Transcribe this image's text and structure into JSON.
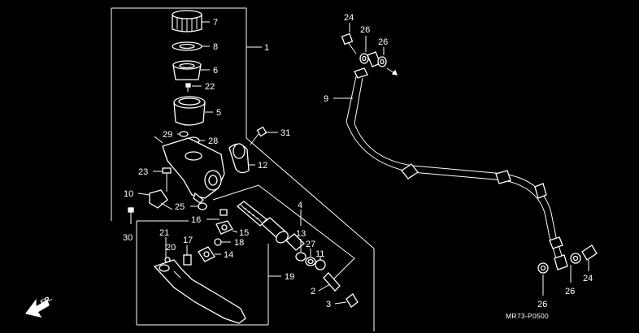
{
  "labels": {
    "p1": "1",
    "p2": "2",
    "p3": "3",
    "p4": "4",
    "p5": "5",
    "p6": "6",
    "p7": "7",
    "p8": "8",
    "p9": "9",
    "p10": "10",
    "p11": "11",
    "p12": "12",
    "p13": "13",
    "p14": "14",
    "p15": "15",
    "p16": "16",
    "p17": "17",
    "p18": "18",
    "p19": "19",
    "p20": "20",
    "p21": "21",
    "p22": "22",
    "p23": "23",
    "p24a": "24",
    "p24b": "24",
    "p25": "25",
    "p26a": "26",
    "p26b": "26",
    "p26c": "26",
    "p26d": "26",
    "p27": "27",
    "p28": "28",
    "p29": "29",
    "p30": "30",
    "p31": "31"
  },
  "front_marker": "FR.",
  "diagram_code": "MR73-P0500"
}
